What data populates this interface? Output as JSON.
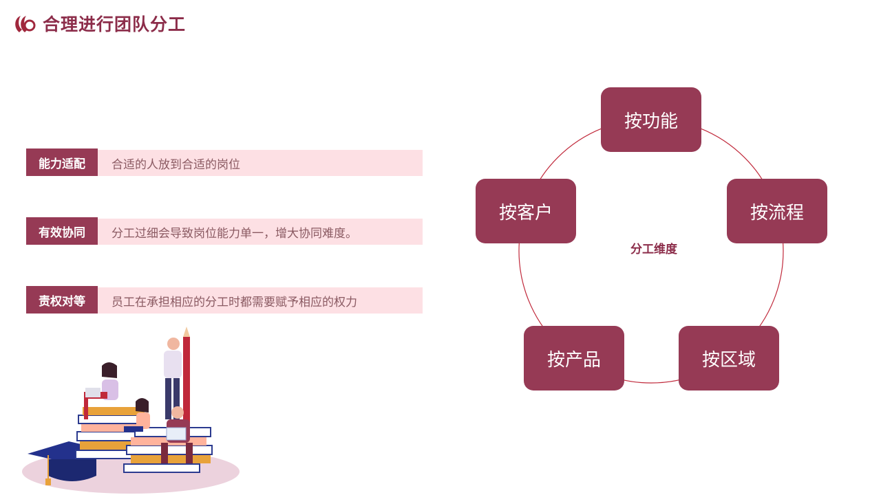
{
  "header": {
    "title": "合理进行团队分工",
    "logo_icon": "brand-swirl-icon"
  },
  "rows": [
    {
      "tag": "能力适配",
      "text": "合适的人放到合适的岗位"
    },
    {
      "tag": "有效协同",
      "text": "分工过细会导致岗位能力单一，增大协同难度。"
    },
    {
      "tag": "责权对等",
      "text": "员工在承担相应的分工时都需要赋予相应的权力"
    }
  ],
  "diagram": {
    "center_label": "分工维度",
    "nodes": [
      "按功能",
      "按流程",
      "按区域",
      "按产品",
      "按客户"
    ]
  },
  "colors": {
    "accent": "#963a55",
    "bar_bg": "#fde0e4",
    "ring": "#c0283a"
  },
  "illustration": {
    "icon": "people-on-books-illustration"
  }
}
